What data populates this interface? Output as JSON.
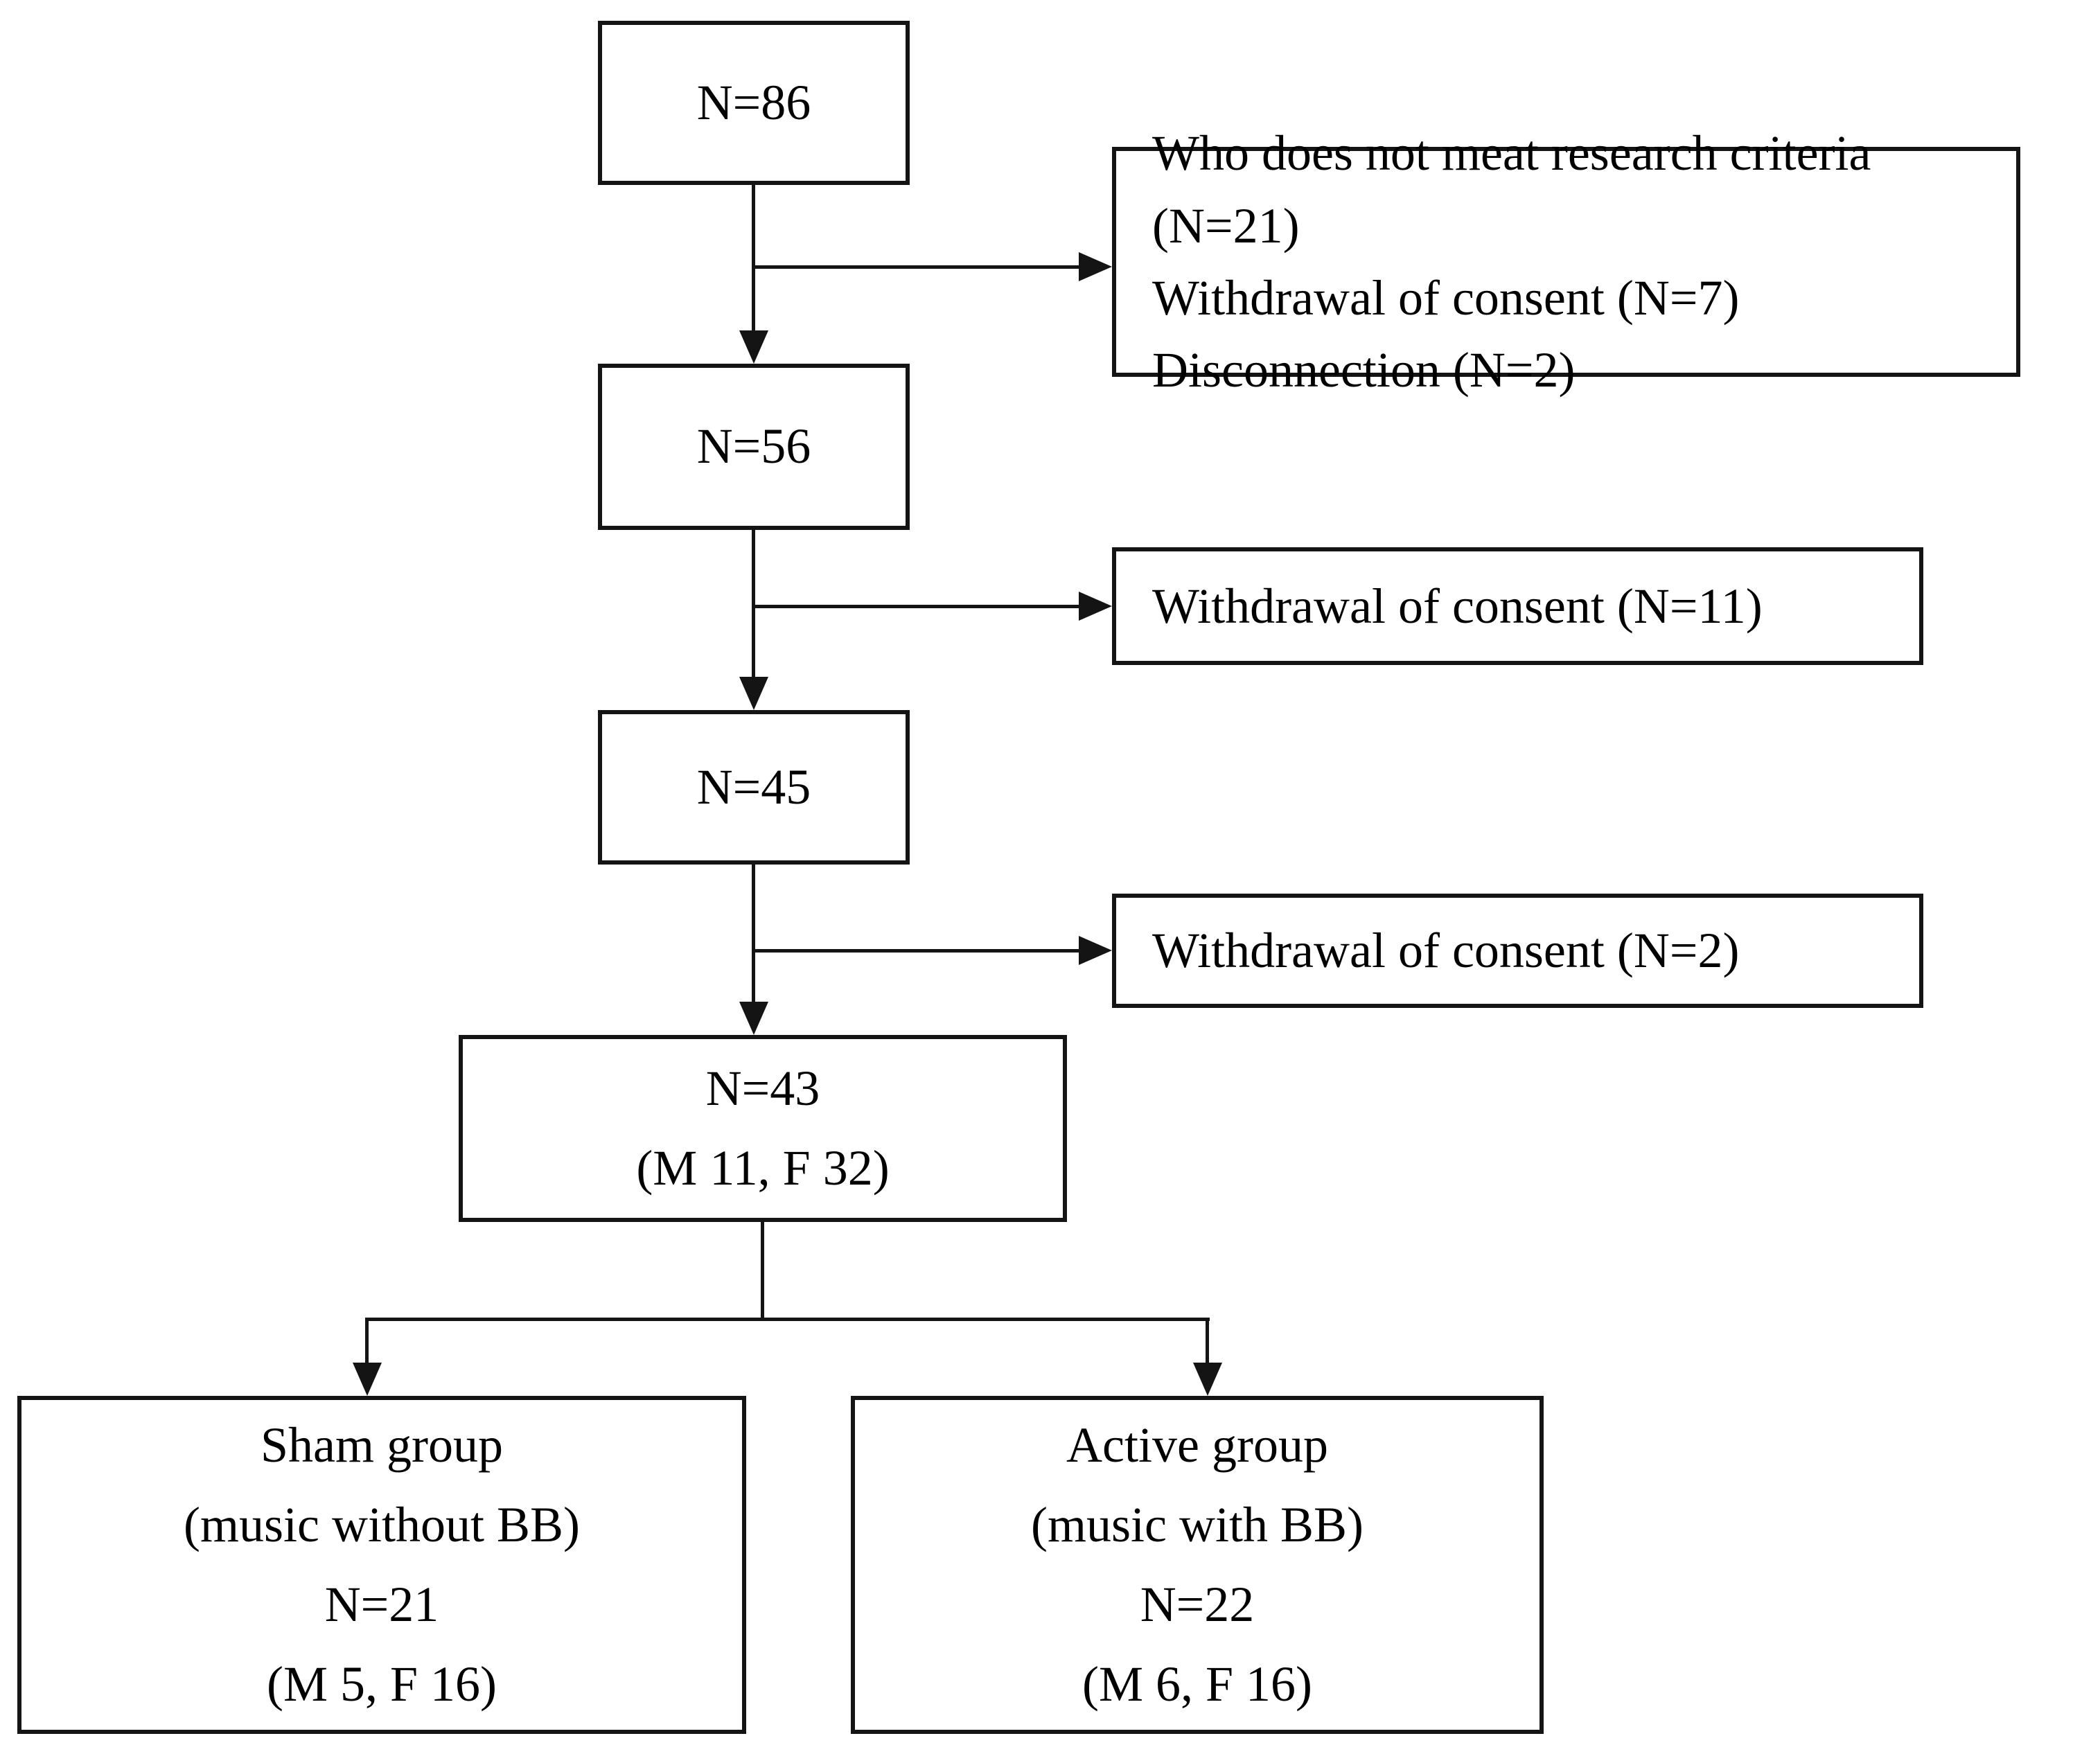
{
  "colors": {
    "ink": "#141414",
    "background": "#ffffff"
  },
  "boxes": {
    "enrolled": {
      "text": "N=86"
    },
    "exclusion1": {
      "lines": [
        "Who does not meat research criteria (N=21)",
        "Withdrawal of consent (N=7)",
        "Disconnection (N=2)"
      ]
    },
    "after_exclusion": {
      "text": "N=56"
    },
    "exclusion2": {
      "text": "Withdrawal of consent (N=11)"
    },
    "after_withdrawal": {
      "text": "N=45"
    },
    "exclusion3": {
      "text": "Withdrawal of consent (N=2)"
    },
    "randomized": {
      "lines": [
        "N=43",
        "(M 11, F 32)"
      ]
    },
    "sham_group": {
      "lines": [
        "Sham group",
        "(music without BB)",
        "N=21",
        "(M 5, F 16)"
      ]
    },
    "active_group": {
      "lines": [
        "Active group",
        "(music with BB)",
        "N=22",
        "(M 6, F 16)"
      ]
    }
  }
}
